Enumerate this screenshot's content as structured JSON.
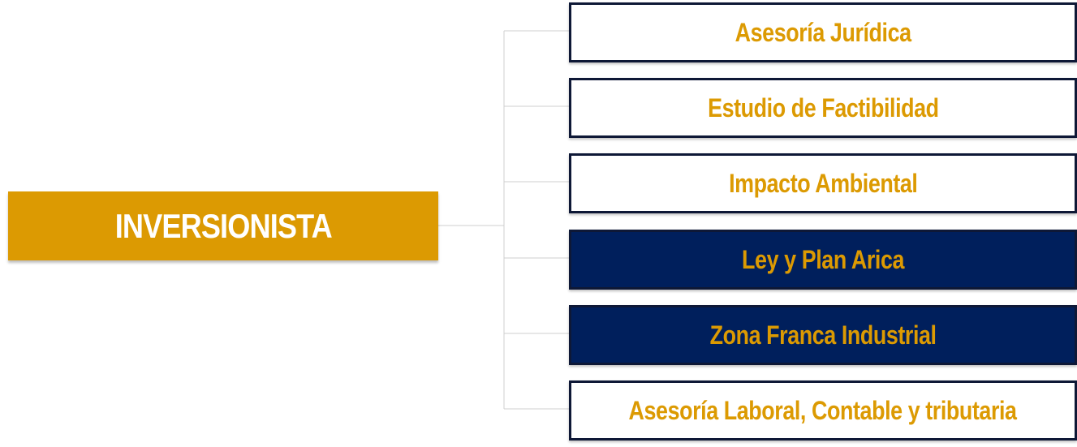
{
  "root": {
    "label": "INVERSIONISTA",
    "color": "#dc9a02",
    "text_color": "#ffffff"
  },
  "children": [
    {
      "label": "Asesoría Jurídica",
      "style": "light"
    },
    {
      "label": "Estudio de Factibilidad",
      "style": "light"
    },
    {
      "label": "Impacto Ambiental",
      "style": "light"
    },
    {
      "label": "Ley y Plan Arica",
      "style": "dark"
    },
    {
      "label": "Zona Franca Industrial",
      "style": "dark"
    },
    {
      "label": "Asesoría Laboral, Contable y tributaria",
      "style": "light"
    }
  ],
  "colors": {
    "accent": "#dc9a02",
    "navy": "#001f5c",
    "border": "#0e1836",
    "connector": "#cccccc"
  }
}
